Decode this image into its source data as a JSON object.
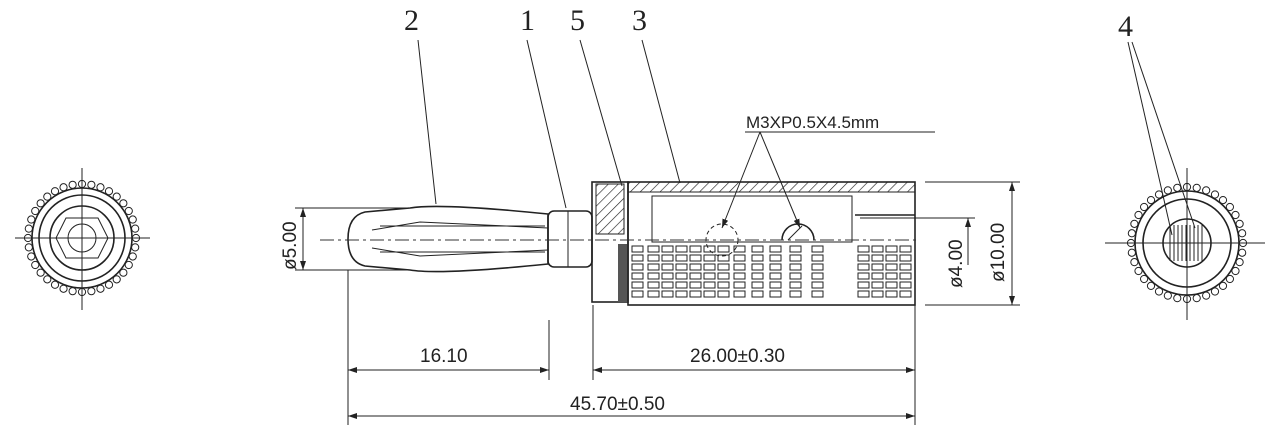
{
  "callouts": {
    "c2": "2",
    "c1": "1",
    "c5": "5",
    "c3": "3",
    "c4": "4"
  },
  "thread_note": "M3XP0.5X4.5mm",
  "dimensions": {
    "pin_diameter": "ø5.00",
    "inner_diameter": "ø4.00",
    "outer_diameter": "ø10.00",
    "pin_length": "16.10",
    "body_length": "26.00±0.30",
    "total_length": "45.70±0.50"
  }
}
